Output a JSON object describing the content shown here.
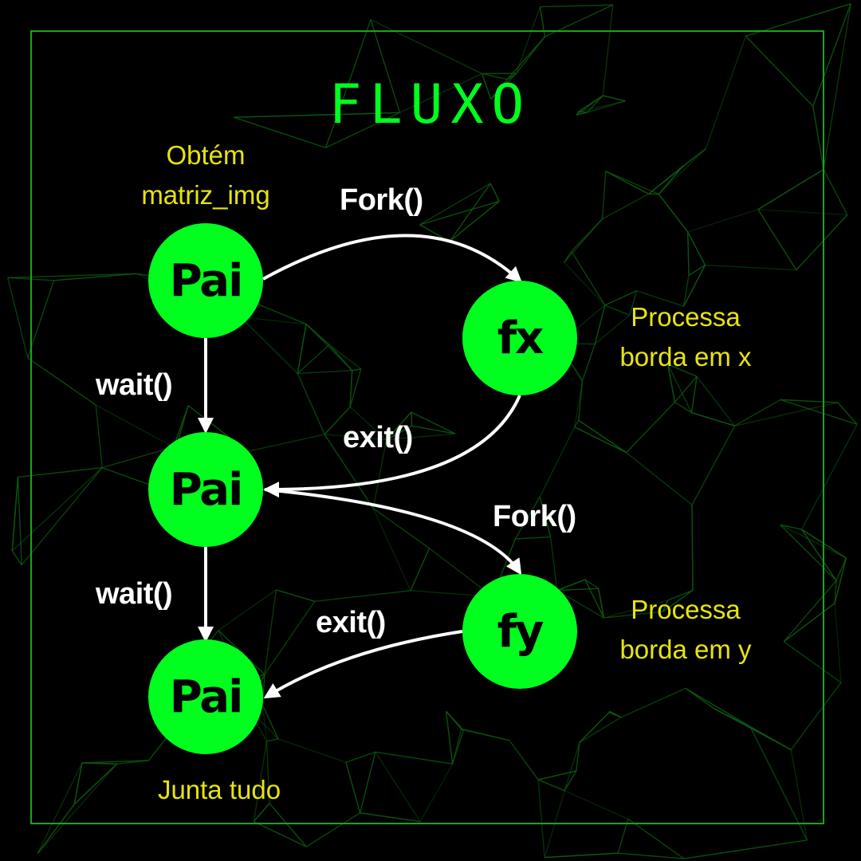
{
  "title": "FLUXO",
  "colors": {
    "background": "#000000",
    "node_fill": "#00ff1e",
    "node_text": "#000000",
    "caption": "#e7e40f",
    "edge": "#ffffff",
    "frame": "#1aa51a",
    "network_lines": "#0d5a12"
  },
  "nodes": {
    "pai_top": "Pai",
    "pai_middle": "Pai",
    "pai_bottom": "Pai",
    "fx": "fx",
    "fy": "fy"
  },
  "captions": {
    "pai_top_line1": "Obtém",
    "pai_top_line2": "matriz_img",
    "fx_line1": "Processa",
    "fx_line2": "borda em x",
    "fy_line1": "Processa",
    "fy_line2": "borda em y",
    "pai_bottom": "Junta tudo"
  },
  "edges": {
    "fork_fx": "Fork()",
    "wait_top": "wait()",
    "exit_fx": "exit()",
    "fork_fy": "Fork()",
    "wait_bottom": "wait()",
    "exit_fy": "exit()"
  }
}
